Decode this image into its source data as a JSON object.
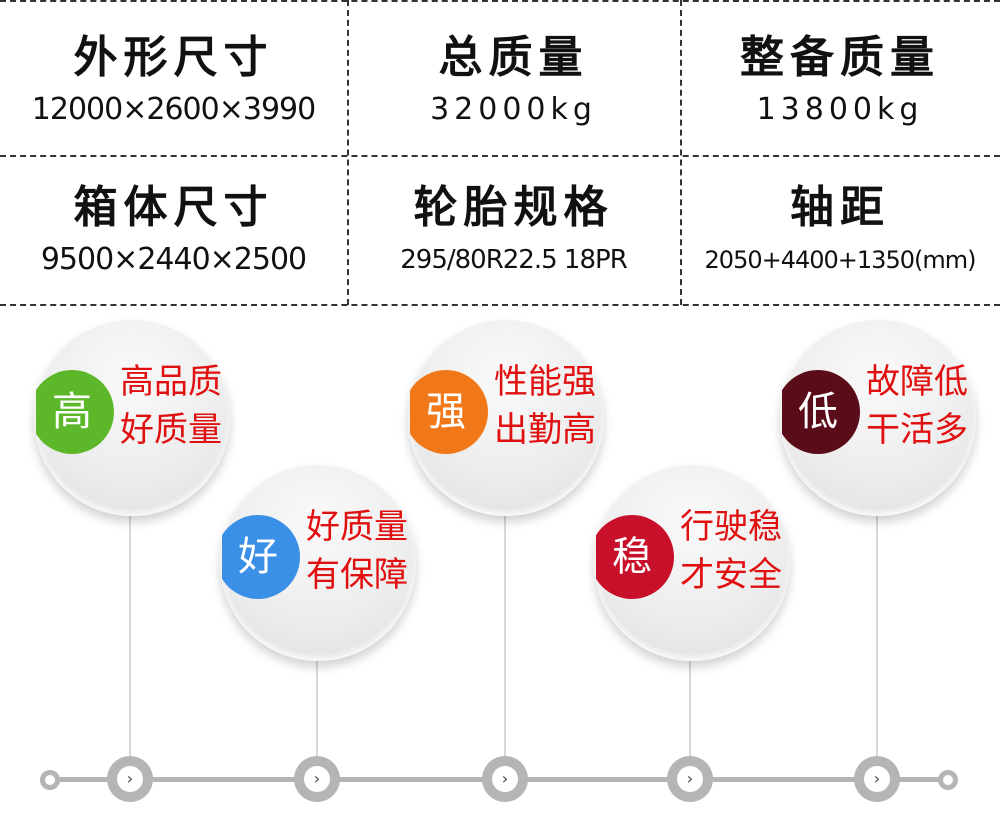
{
  "specs": [
    {
      "title": "外形尺寸",
      "value": "12000×2600×3990"
    },
    {
      "title": "总质量",
      "value": "32000kg"
    },
    {
      "title": "整备质量",
      "value": "13800kg"
    },
    {
      "title": "箱体尺寸",
      "value": "9500×2440×2500"
    },
    {
      "title": "轮胎规格",
      "value": "295/80R22.5 18PR"
    },
    {
      "title": "轴距",
      "value": "2050+4400+1350(mm)"
    }
  ],
  "features": [
    {
      "badge": "高",
      "line1": "高品质",
      "line2": "好质量",
      "color": "#5cb82a"
    },
    {
      "badge": "好",
      "line1": "好质量",
      "line2": "有保障",
      "color": "#3a8fe6"
    },
    {
      "badge": "强",
      "line1": "性能强",
      "line2": "出勤高",
      "color": "#f07818"
    },
    {
      "badge": "稳",
      "line1": "行驶稳",
      "line2": "才安全",
      "color": "#c8102a"
    },
    {
      "badge": "低",
      "line1": "故障低",
      "line2": "干活多",
      "color": "#5a0c18"
    }
  ],
  "timeline": {
    "knob_icon": "›"
  }
}
